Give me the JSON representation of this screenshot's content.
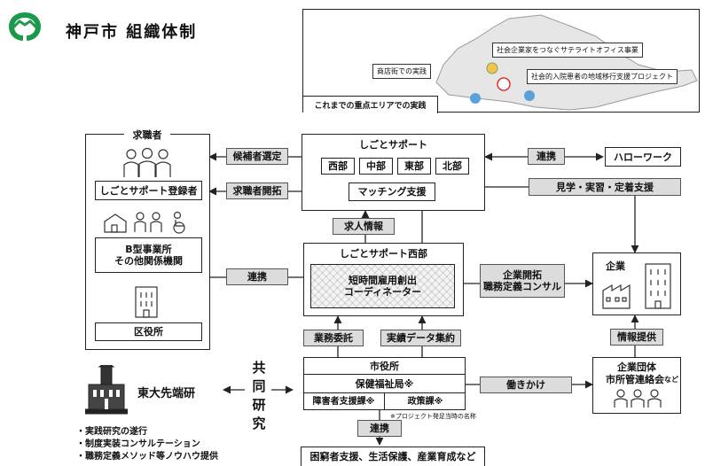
{
  "header": {
    "title": "神戸市 組織体制"
  },
  "map_panel": {
    "caption": "これまでの重点エリアでの実践",
    "labels": {
      "satellite": "社会企業家をつなぐサテライトオフィス事業",
      "shotengai": "商店街での実践",
      "chiiki": "社会的入院患者の地域移行支援プロジェクト"
    }
  },
  "job_seekers": {
    "title": "求職者",
    "registrant": "しごとサポート登録者",
    "b_type_line1": "B型事業所",
    "b_type_line2": "その他関係機関",
    "ward_office": "区役所"
  },
  "shigoto_support": {
    "title": "しごとサポート",
    "branches": [
      "西部",
      "中部",
      "東部",
      "北部"
    ],
    "matching": "マッチング支援"
  },
  "shigoto_west": {
    "title": "しごとサポート西部",
    "coordinator_line1": "短時間雇用創出",
    "coordinator_line2": "コーディネーター"
  },
  "city_hall": {
    "title": "市役所",
    "bureau": "保健福祉局※",
    "disability": "障害者支援課※",
    "policy": "政策課※",
    "note": "※プロジェクト発足当時の名称"
  },
  "hellowork": {
    "label": "ハローワーク"
  },
  "company": {
    "title": "企業"
  },
  "business_group": {
    "line1": "企業団体",
    "line2": "市所管連絡会",
    "suffix": "など"
  },
  "connectors": {
    "candidate_select": "候補者選定",
    "seeker_develop": "求職者開拓",
    "renkei_left": "連携",
    "job_info": "求人情報",
    "renkei_hellowork": "連携",
    "tour_training": "見学・実習・定着支援",
    "company_develop_line1": "企業開拓",
    "company_develop_line2": "職務定義コンサル",
    "business_consign": "業務委託",
    "result_data": "実績データ集約",
    "hatarakikake": "働きかけ",
    "info_provide": "情報提供",
    "renkei_bottom": "連携"
  },
  "bottom": {
    "label": "困窮者支援、生活保護、産業育成など"
  },
  "joint_research": {
    "chars": [
      "共",
      "同",
      "研",
      "究"
    ]
  },
  "utokyo": {
    "label": "東大先端研",
    "bullets": [
      "・実践研究の遂行",
      "・制度実装コンサルテーション",
      "・職務定義メソッド等ノウハウ提供"
    ]
  },
  "colors": {
    "tag_fill": "#dcdcdc",
    "logo_green": "#1c9a4c",
    "line": "#222222"
  }
}
